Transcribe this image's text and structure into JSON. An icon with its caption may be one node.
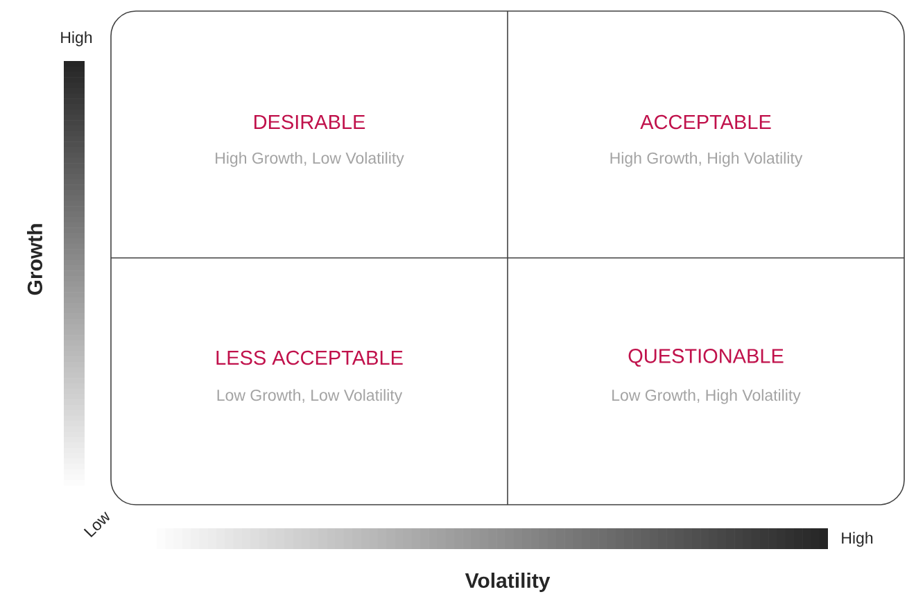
{
  "diagram": {
    "nodes": [
      {
        "text": [
          "DESIRABLE",
          "High Growth, Low Volatility"
        ]
      },
      {
        "text": [
          "ACCEPTABLE",
          "High Growth, High Volatility"
        ]
      },
      {
        "text": [
          "LESS ACCEPTABLE",
          "Low Growth, Low Volatility"
        ]
      },
      {
        "text": [
          "QUESTIONABLE",
          "Low Growth, High Volatility"
        ]
      }
    ],
    "labels": [
      "High",
      "Growth",
      "Low",
      "High",
      "Volatility"
    ]
  }
}
